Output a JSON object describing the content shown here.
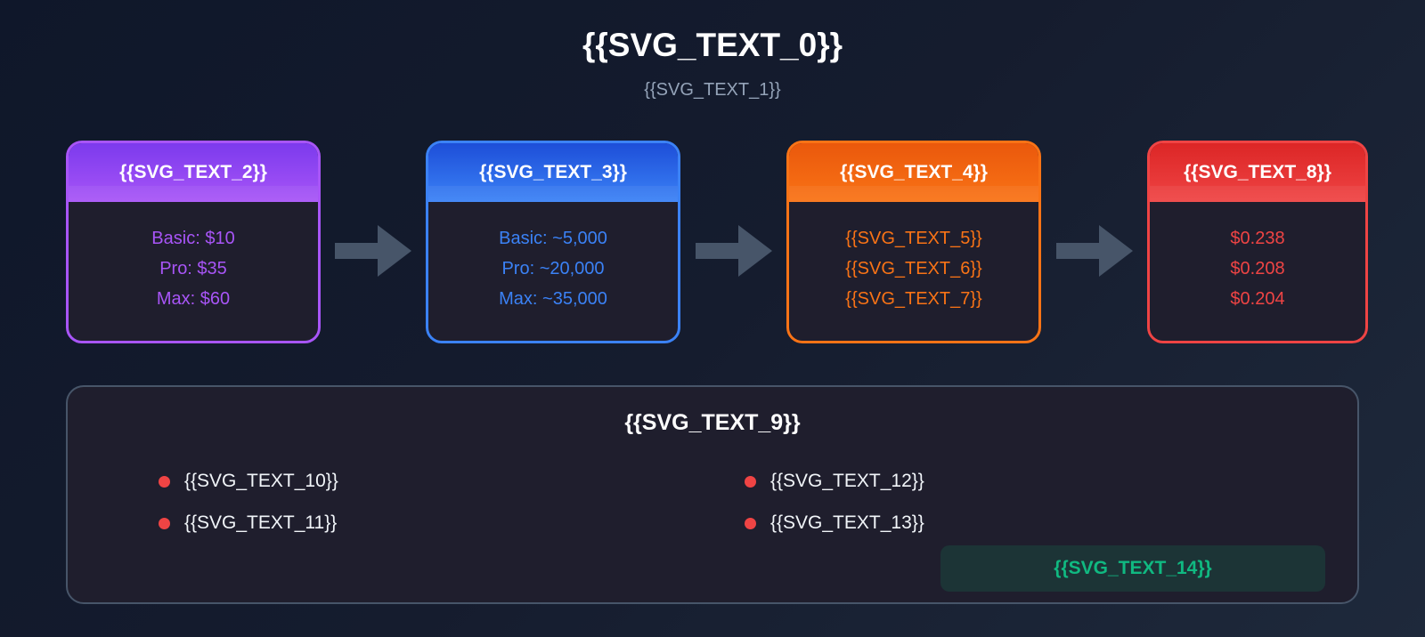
{
  "header": {
    "title": "{{SVG_TEXT_0}}",
    "subtitle": "{{SVG_TEXT_1}}"
  },
  "steps": [
    {
      "title": "{{SVG_TEXT_2}}",
      "color": "#a855f7",
      "lines": [
        "Basic: $10",
        "Pro: $35",
        "Max: $60"
      ]
    },
    {
      "title": "{{SVG_TEXT_3}}",
      "color": "#3b82f6",
      "lines": [
        "Basic: ~5,000",
        "Pro: ~20,000",
        "Max: ~35,000"
      ]
    },
    {
      "title": "{{SVG_TEXT_4}}",
      "color": "#f97316",
      "lines": [
        "{{SVG_TEXT_5}}",
        "{{SVG_TEXT_6}}",
        "{{SVG_TEXT_7}}"
      ]
    },
    {
      "title": "{{SVG_TEXT_8}}",
      "color": "#ef4444",
      "lines": [
        "$0.238",
        "$0.208",
        "$0.204"
      ]
    }
  ],
  "arrows": [
    "arrow-right-icon",
    "arrow-right-icon",
    "arrow-right-icon"
  ],
  "summary": {
    "title": "{{SVG_TEXT_9}}",
    "bullets": [
      "{{SVG_TEXT_10}}",
      "{{SVG_TEXT_11}}",
      "{{SVG_TEXT_12}}",
      "{{SVG_TEXT_13}}"
    ],
    "result": "{{SVG_TEXT_14}}"
  },
  "colors": {
    "purple": "#a855f7",
    "blue": "#3b82f6",
    "orange": "#f97316",
    "red": "#ef4444",
    "green": "#10b981",
    "arrow": "#475569"
  }
}
